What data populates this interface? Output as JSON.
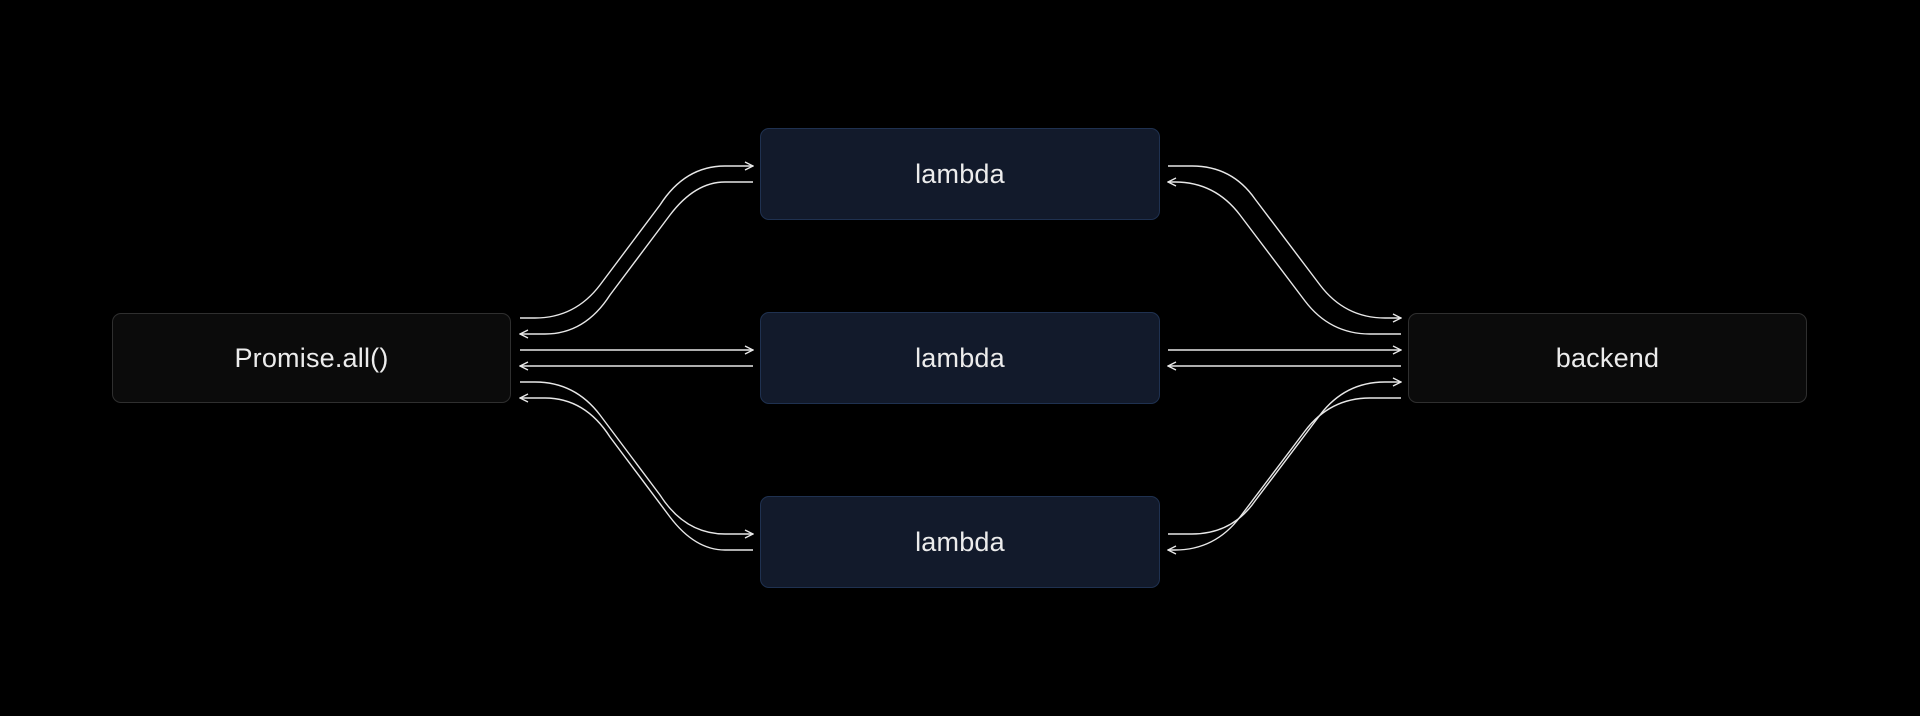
{
  "diagram": {
    "nodes": {
      "promise": {
        "label": "Promise.all()"
      },
      "lambda_1": {
        "label": "lambda"
      },
      "lambda_2": {
        "label": "lambda"
      },
      "lambda_3": {
        "label": "lambda"
      },
      "backend": {
        "label": "backend"
      }
    },
    "edges": [
      {
        "from": "promise",
        "to": "lambda_1",
        "bidirectional": true
      },
      {
        "from": "promise",
        "to": "lambda_2",
        "bidirectional": true
      },
      {
        "from": "promise",
        "to": "lambda_3",
        "bidirectional": true
      },
      {
        "from": "lambda_1",
        "to": "backend",
        "bidirectional": true
      },
      {
        "from": "lambda_2",
        "to": "backend",
        "bidirectional": true
      },
      {
        "from": "lambda_3",
        "to": "backend",
        "bidirectional": true
      }
    ],
    "colors": {
      "background": "#000000",
      "node_dark": "#0b0b0b",
      "node_blue": "#121a2b",
      "connector": "#e8e8e8",
      "text": "#ececec"
    }
  }
}
